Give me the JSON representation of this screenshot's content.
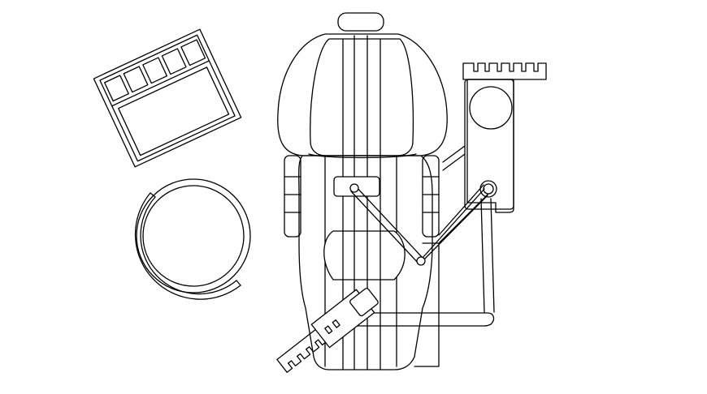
{
  "drawing": {
    "background_color": "#ffffff",
    "line_color": "#000000",
    "components": [
      {
        "id": "monitor",
        "name": "monitor-unit"
      },
      {
        "id": "stool",
        "name": "operator-stool"
      },
      {
        "id": "chair",
        "name": "dental-chair"
      },
      {
        "id": "delivery",
        "name": "delivery-unit"
      },
      {
        "id": "foot-control",
        "name": "foot-control"
      }
    ]
  }
}
